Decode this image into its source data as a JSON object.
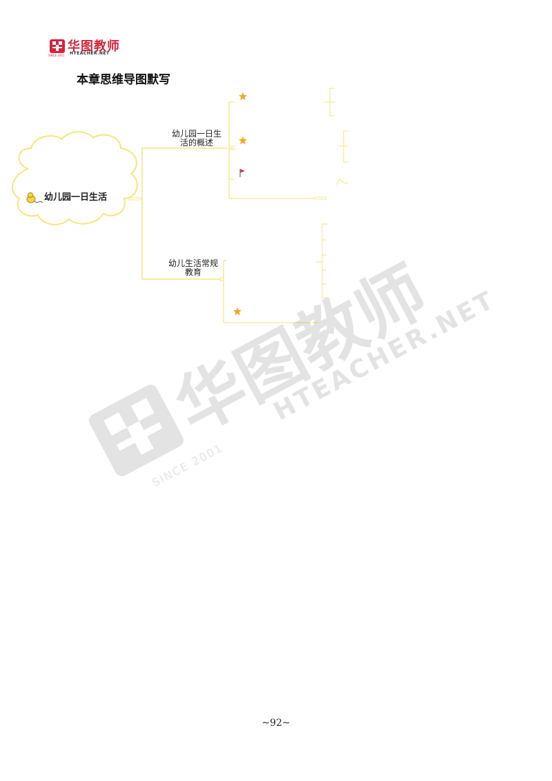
{
  "header": {
    "logo_cn": "华图教师",
    "logo_en": "HTEACHER.NET",
    "logo_since": "SINCE 2001"
  },
  "section_title": "本章思维导图默写",
  "mindmap": {
    "root": "幼儿园一日生活",
    "branches": [
      {
        "label": "幼儿园一日生活的概述",
        "markers": [
          "star-icon",
          "star-icon",
          "flag-icon"
        ]
      },
      {
        "label": "幼儿生活常规教育",
        "markers": [
          "star-icon"
        ]
      }
    ],
    "colors": {
      "line": "#f5e67a",
      "cloud": "#f7e57a",
      "star": "#f5a623",
      "flag": "#d6336c"
    }
  },
  "watermark": {
    "cn": "华图教师",
    "en": "HTEACHER.NET",
    "since": "SINCE 2001"
  },
  "footer": {
    "page_number": "~92~"
  }
}
